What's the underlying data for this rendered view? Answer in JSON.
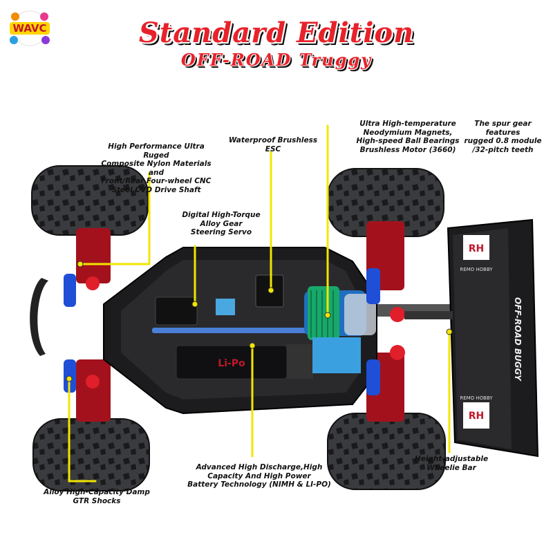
{
  "logo": {
    "text": "WAVC"
  },
  "header": {
    "title": "Standard Edition",
    "subtitle": "OFF-ROAD  Truggy"
  },
  "callouts": {
    "chassis": "High Performance Ultra Ruged\nComposite Nylon Materials and\nFront/Rear Four-wheel CNC\nSteel CVD Drive Shaft",
    "esc": "Waterproof Brushless ESC",
    "motor": "Ultra High-temperature\nNeodymium Magnets,\nHigh-speed Ball Bearings\nBrushless Motor (3660)",
    "spur": "The spur gear features\nrugged 0.8 module\n/32-pitch teeth",
    "servo": "Digital High-Torque\nAlloy Gear\nSteering Servo",
    "battery": "Advanced High Discharge,High\nCapacity And High Power\nBattery Technology (NIMH & LI-PO)",
    "wheelie": "Height-adjustable\nWheelie Bar",
    "shocks": "Alloy High-Capacity Damp\nGTR Shocks"
  },
  "wing": {
    "brand_top": "REMO HOBBY",
    "badge": "RH",
    "decal": "OFF-ROAD BUGGY",
    "brand_bottom": "REMO HOBBY"
  },
  "battery_pack": {
    "text": "Li-Po"
  },
  "colors": {
    "accent_red": "#e8222a",
    "leader_yellow": "#f2e600",
    "chassis_black": "#1c1c1e",
    "arm_red": "#a3121c",
    "shock_blue": "#1f4fd6",
    "motor_green": "#18a86a"
  }
}
